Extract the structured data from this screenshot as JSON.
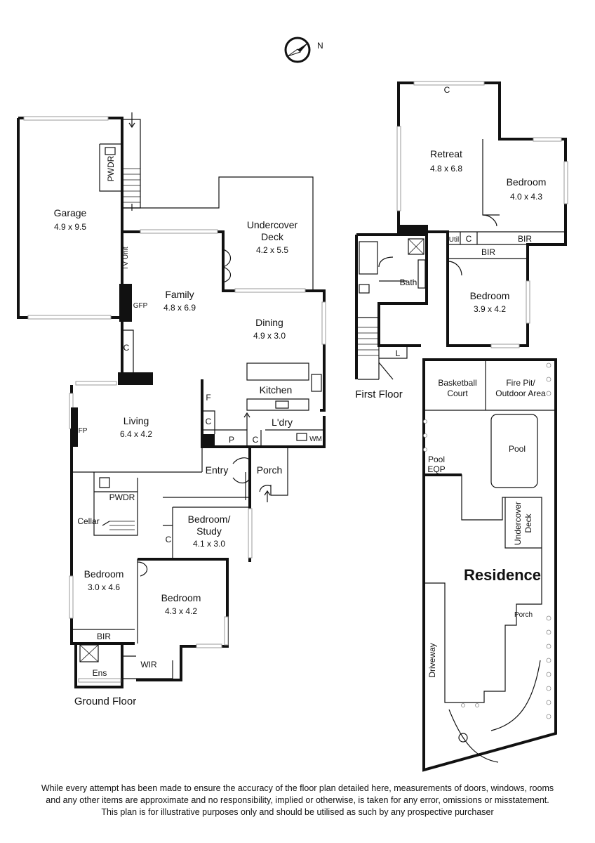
{
  "compass": {
    "label": "N"
  },
  "floors": {
    "ground": {
      "title": "Ground Floor"
    },
    "first": {
      "title": "First Floor"
    }
  },
  "rooms": {
    "garage": {
      "name": "Garage",
      "size": "4.9 x 9.5"
    },
    "pwdr_top": {
      "name": "PWDR"
    },
    "tv_unit": {
      "name": "TV Unit"
    },
    "gfp": {
      "name": "GFP"
    },
    "c_family": {
      "name": "C"
    },
    "undercover_deck": {
      "name": "Undercover",
      "name2": "Deck",
      "size": "4.2 x 5.5"
    },
    "family": {
      "name": "Family",
      "size": "4.8 x 6.9"
    },
    "dining": {
      "name": "Dining",
      "size": "4.9 x 3.0"
    },
    "kitchen": {
      "name": "Kitchen"
    },
    "f": {
      "name": "F"
    },
    "c_kitchen": {
      "name": "C"
    },
    "p": {
      "name": "P"
    },
    "c_laundry": {
      "name": "C"
    },
    "ldry": {
      "name": "L'dry"
    },
    "wm": {
      "name": "WM"
    },
    "living": {
      "name": "Living",
      "size": "6.4 x 4.2"
    },
    "fp": {
      "name": "FP"
    },
    "entry": {
      "name": "Entry"
    },
    "porch": {
      "name": "Porch"
    },
    "pwdr_bottom": {
      "name": "PWDR"
    },
    "cellar": {
      "name": "Cellar"
    },
    "bedroom_study": {
      "name": "Bedroom/",
      "name2": "Study",
      "size": "4.1 x 3.0"
    },
    "c_study": {
      "name": "C"
    },
    "bedroom_gf1": {
      "name": "Bedroom",
      "size": "3.0 x 4.6"
    },
    "bedroom_gf2": {
      "name": "Bedroom",
      "size": "4.3 x 4.2"
    },
    "bir_gf": {
      "name": "BIR"
    },
    "ens": {
      "name": "Ens"
    },
    "wir": {
      "name": "WIR"
    },
    "retreat": {
      "name": "Retreat",
      "size": "4.8 x 6.8"
    },
    "c_retreat": {
      "name": "C"
    },
    "bedroom_ff1": {
      "name": "Bedroom",
      "size": "4.0 x 4.3"
    },
    "util": {
      "name": "Util"
    },
    "c_ff": {
      "name": "C"
    },
    "bir_ff1": {
      "name": "BIR"
    },
    "bir_ff2": {
      "name": "BIR"
    },
    "bedroom_ff2": {
      "name": "Bedroom",
      "size": "3.9 x 4.2"
    },
    "bath": {
      "name": "Bath"
    },
    "l": {
      "name": "L"
    }
  },
  "site": {
    "basketball": {
      "line1": "Basketball",
      "line2": "Court"
    },
    "firepit": {
      "line1": "Fire Pit/",
      "line2": "Outdoor Area"
    },
    "pool": {
      "name": "Pool"
    },
    "pool_eqp": {
      "line1": "Pool",
      "line2": "EQP"
    },
    "undercover_deck": {
      "line1": "Undercover",
      "line2": "Deck"
    },
    "residence": {
      "name": "Residence"
    },
    "porch": {
      "name": "Porch"
    },
    "driveway": {
      "name": "Driveway"
    }
  },
  "disclaimer": {
    "line1": "While every attempt has been made to ensure the accuracy of the floor plan detailed here, measurements of doors, windows, rooms",
    "line2": "and any other items are approximate and no responsibility, implied or otherwise, is taken for any error, omissions or misstatement.",
    "line3": "This plan is for illustrative purposes only and should be utilised as such by any prospective purchaser"
  }
}
